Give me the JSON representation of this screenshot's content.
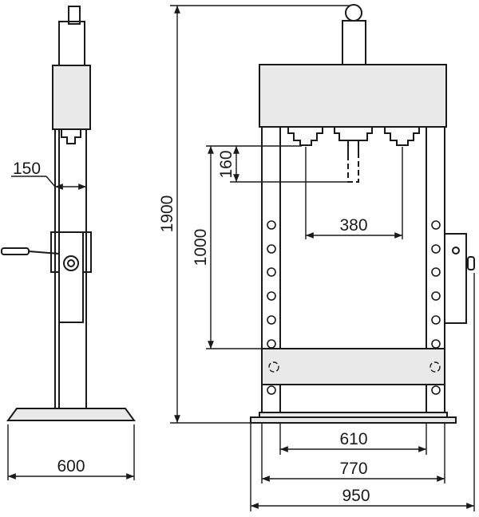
{
  "diagram": {
    "line_color": "#1a1a1a",
    "fill_color": "#ffffff",
    "frame_fill": "#e9e9e9",
    "dimensions": {
      "side_width": "150",
      "base_depth": "600",
      "overall_height": "1900",
      "stroke": "160",
      "working_height": "1000",
      "piston_spacing": "380",
      "inner_width": "610",
      "frame_width": "770",
      "base_width": "950"
    }
  }
}
